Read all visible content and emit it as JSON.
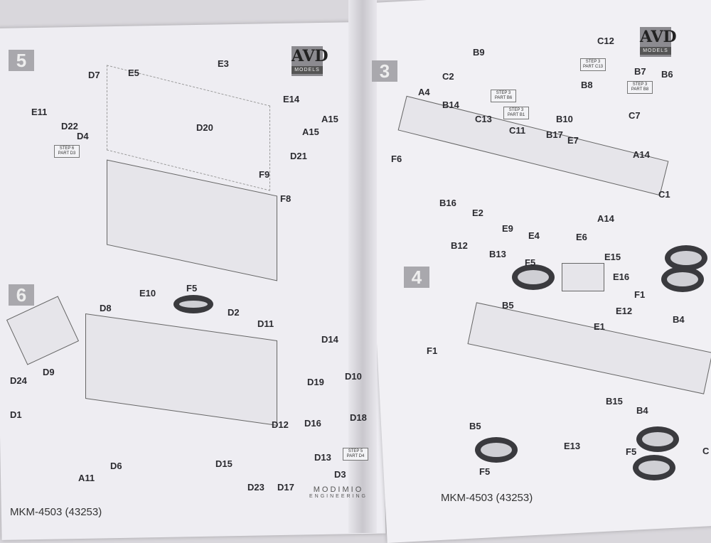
{
  "left_page": {
    "step5": {
      "number": "5",
      "labels": [
        "E3",
        "E5",
        "D7",
        "E11",
        "D22",
        "D4",
        "D20",
        "E14",
        "A15",
        "A15",
        "D21",
        "F9",
        "F8"
      ],
      "note": "STEP 6 PART D3"
    },
    "step6": {
      "number": "6",
      "labels": [
        "E10",
        "F5",
        "D8",
        "D2",
        "D11",
        "D14",
        "D24",
        "D9",
        "D19",
        "D10",
        "D1",
        "D18",
        "D12",
        "D16",
        "D13",
        "D15",
        "D6",
        "A11",
        "D23",
        "D17",
        "D3"
      ],
      "note": "STEP 5 PART D4"
    },
    "logo": {
      "big": "AVD",
      "small": "MODELS"
    },
    "footer": "MKM-4503 (43253)",
    "brand": {
      "line1": "MODIMIO",
      "line2": "ENGINEERING"
    }
  },
  "right_page": {
    "step3": {
      "number": "3",
      "labels": [
        "C12",
        "B9",
        "C2",
        "A4",
        "B7",
        "B6",
        "B8",
        "B14",
        "C13",
        "C11",
        "B10",
        "B17",
        "E7",
        "C7",
        "F6",
        "A14",
        "C1",
        "A14",
        "B16",
        "E2",
        "E9",
        "E4",
        "E6"
      ],
      "notes": [
        "STEP 3 PART C13",
        "STEP 3 PART B6",
        "STEP 3 PART B1",
        "STEP 3 PART B8"
      ]
    },
    "step4": {
      "number": "4",
      "labels": [
        "B12",
        "B13",
        "F5",
        "E15",
        "E16",
        "B5",
        "F1",
        "E12",
        "E1",
        "B4",
        "F1",
        "B15",
        "B4",
        "B5",
        "E13",
        "F5",
        "F5",
        "C"
      ]
    },
    "logo": {
      "big": "AVD",
      "small": "MODELS"
    },
    "footer": "MKM-4503 (43253)"
  }
}
